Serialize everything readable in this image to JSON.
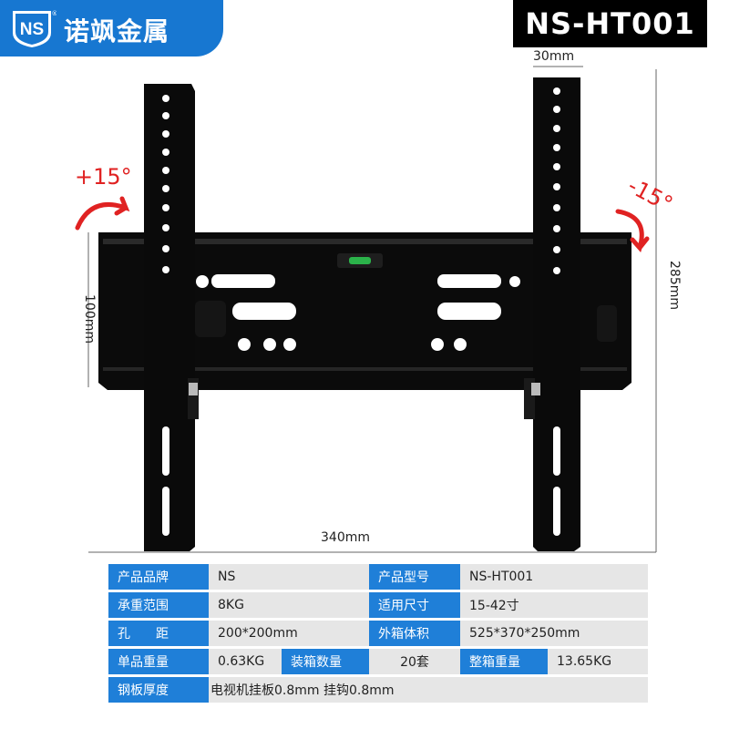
{
  "brand": {
    "name": "诺飒金属",
    "logo_text": "NS",
    "registered": "®"
  },
  "model_badge": "NS-HT001",
  "dimensions": {
    "top_width": "30mm",
    "bottom_width": "340mm",
    "left_height": "100mm",
    "right_height": "285mm"
  },
  "tilt": {
    "up": "+15°",
    "down": "-15°"
  },
  "colors": {
    "brand_blue": "#1777d1",
    "label_blue": "#1f7fd8",
    "accent_red": "#e02222",
    "bracket_black": "#0b0b0b"
  },
  "specs": {
    "row1": {
      "l1": "产品品牌",
      "v1": "NS",
      "l2": "产品型号",
      "v2": "NS-HT001"
    },
    "row2": {
      "l1": "承重范围",
      "v1": "8KG",
      "l2": "适用尺寸",
      "v2": "15-42寸"
    },
    "row3": {
      "l1": "孔　　距",
      "v1": "200*200mm",
      "l2": "外箱体积",
      "v2": "525*370*250mm"
    },
    "row4": {
      "l1": "单品重量",
      "v1": "0.63KG",
      "l2": "装箱数量",
      "v2": "20套",
      "l3": "整箱重量",
      "v3": "13.65KG"
    },
    "row5": {
      "l1": "钢板厚度",
      "v1": "电视机挂板0.8mm 挂钩0.8mm"
    }
  }
}
